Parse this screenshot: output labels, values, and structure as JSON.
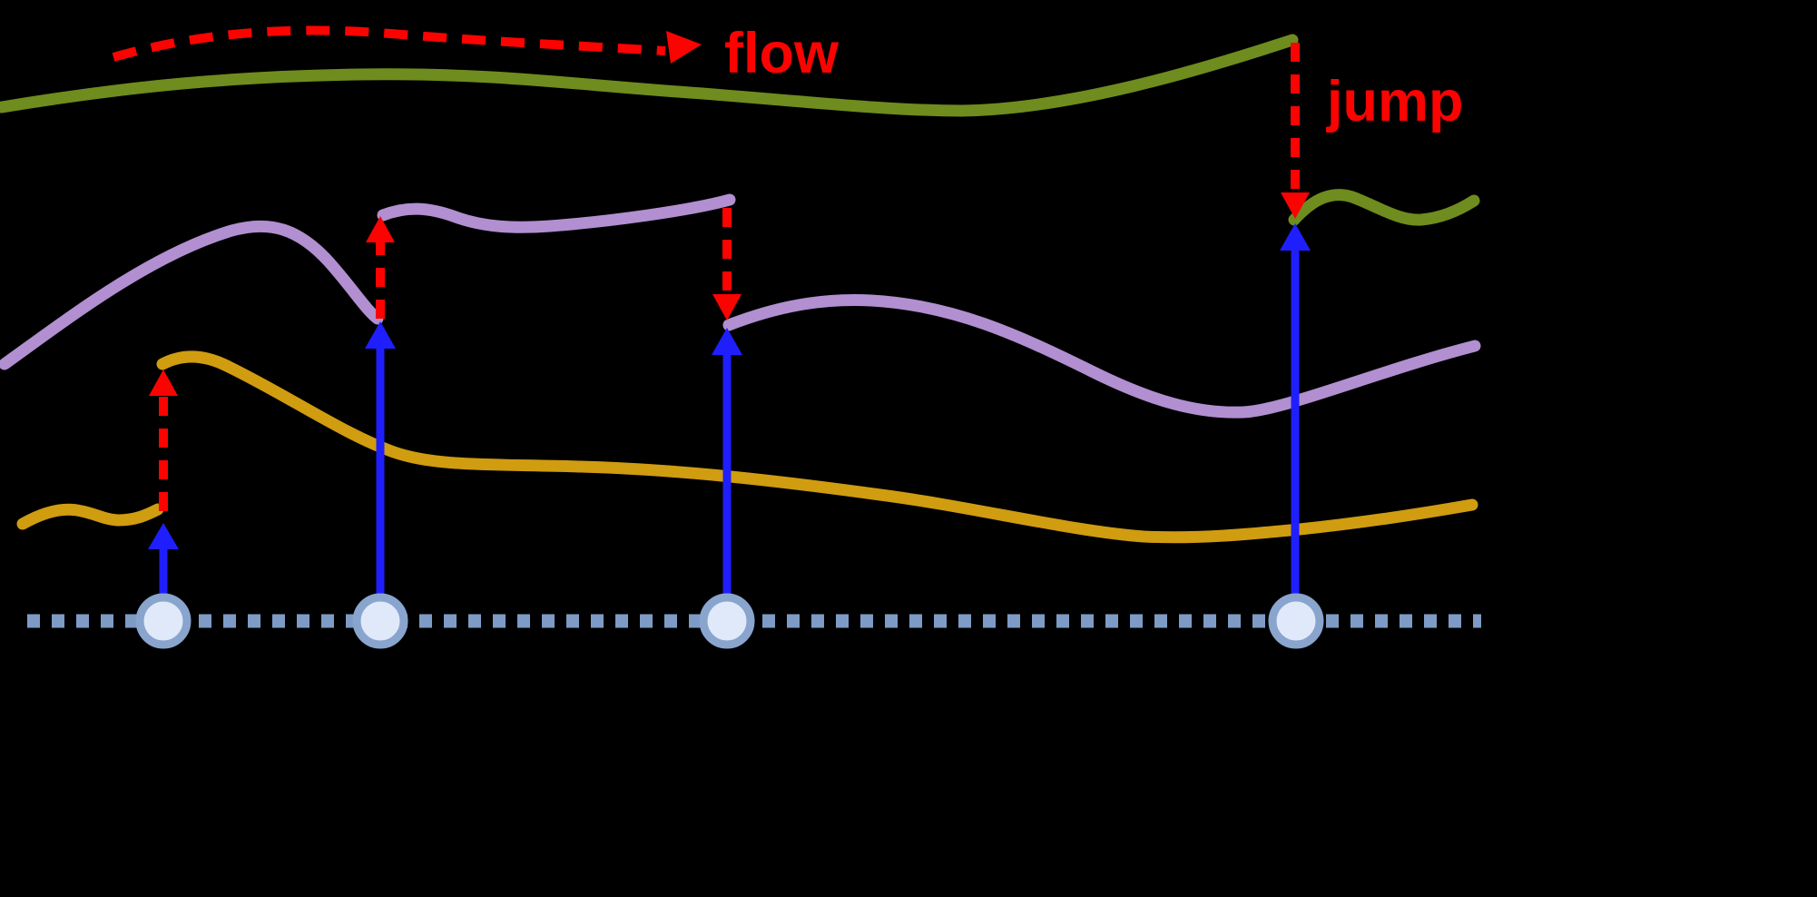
{
  "figure": {
    "type": "trajectory-diagram",
    "description": "Latent state trajectories that evolve by continuous flow and change discontinuously (jump) at observed event times on a dotted timeline",
    "labels": {
      "flow": "flow",
      "jump": "jump"
    }
  },
  "colors": {
    "background": "#000000",
    "curve_green": "#6f8c1e",
    "curve_purple": "#b18fd0",
    "curve_orange": "#d09c10",
    "jump_red": "#fb0301",
    "event_blue": "#1f1ffd",
    "timeline_dot": "#7e9bc5",
    "node_fill": "#dfe9f9",
    "node_border": "#89a4cd"
  },
  "curves": [
    {
      "id": "green-trajectory",
      "color": "#6f8c1e",
      "segments": [
        "continuous flow before event 4",
        "post-jump flow after event 4"
      ]
    },
    {
      "id": "purple-trajectory",
      "color": "#b18fd0",
      "segments": [
        "flow before event 2",
        "flow between events 2 and 3",
        "flow after event 3"
      ]
    },
    {
      "id": "orange-trajectory",
      "color": "#d09c10",
      "segments": [
        "flow before event 1",
        "flow after event 1"
      ]
    }
  ],
  "events": [
    {
      "id": "event-1",
      "curve": "orange",
      "jump_direction": "up"
    },
    {
      "id": "event-2",
      "curve": "purple",
      "jump_direction": "up"
    },
    {
      "id": "event-3",
      "curve": "purple",
      "jump_direction": "down"
    },
    {
      "id": "event-4",
      "curve": "green",
      "jump_direction": "down"
    }
  ]
}
